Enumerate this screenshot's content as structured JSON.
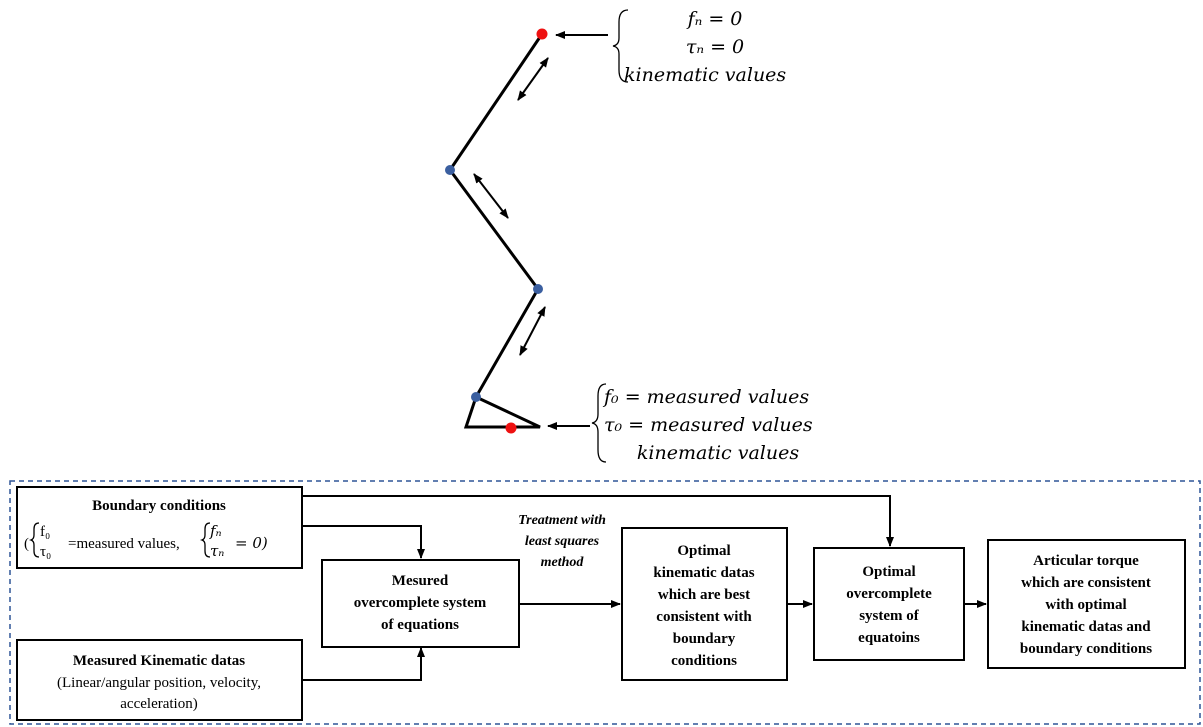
{
  "top_condition": {
    "line1": "fₙ = 0",
    "line2": "τₙ = 0",
    "line3": "kinematic values"
  },
  "bottom_condition": {
    "line1": "f₀ = measured values",
    "line2": "τ₀ = measured values",
    "line3": "kinematic values"
  },
  "boxes": {
    "boundary": {
      "title": "Boundary conditions",
      "eq_left_f": "f₀",
      "eq_left_tau": "τ₀",
      "eq_mid": "=measured values,",
      "eq_right_f": "fₙ",
      "eq_right_tau": "τₙ",
      "eq_right_val": "= 0)",
      "open_paren": "("
    },
    "measured_kin": {
      "title": "Measured Kinematic datas",
      "line1": "(Linear/angular position, velocity,",
      "line2": "acceleration)"
    },
    "mesured_system": {
      "line1": "Mesured",
      "line2": "overcomplete system",
      "line3": "of equations"
    },
    "optimal_kin": {
      "line1": "Optimal",
      "line2": "kinematic datas",
      "line3": "which are best",
      "line4": "consistent with",
      "line5": "boundary",
      "line6": "conditions"
    },
    "optimal_system": {
      "line1": "Optimal",
      "line2": "overcomplete",
      "line3": "system of",
      "line4": "equatoins"
    },
    "articular": {
      "line1": "Articular torque",
      "line2": "which are consistent",
      "line3": "with optimal",
      "line4": "kinematic datas and",
      "line5": "boundary conditions"
    }
  },
  "treatment_note": {
    "line1": "Treatment with",
    "line2": "least squares",
    "line3": "method"
  },
  "colors": {
    "joint": "#3b5fa0",
    "endpoint": "#ee1111",
    "dashed_border": "#2f5597"
  }
}
